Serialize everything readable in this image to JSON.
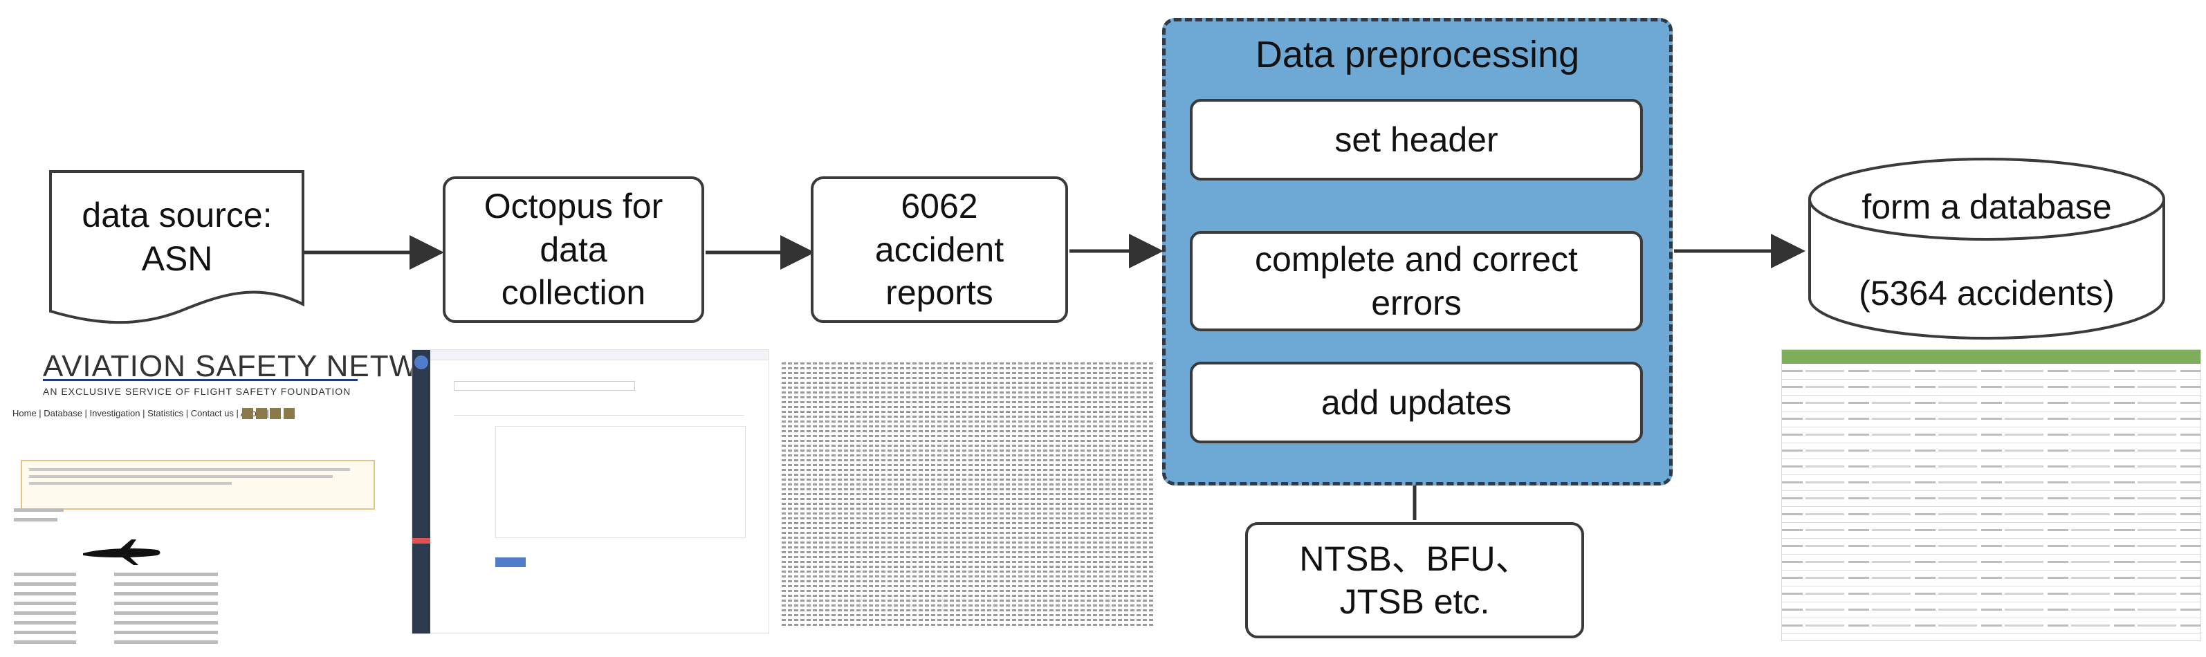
{
  "nodes": {
    "data_source": "data source:\nASN",
    "octopus": "Octopus for\ndata\ncollection",
    "reports": "6062\naccident\nreports",
    "prep_title": "Data preprocessing",
    "set_header": "set header",
    "complete_correct": "complete  and correct\nerrors",
    "add_updates": "add updates",
    "sources": "NTSB、BFU、\nJTSB etc.",
    "database": "form a database\n\n(5364 accidents)"
  },
  "thumbnails": {
    "asn_logo": "AVIATION SAFETY NETWORK",
    "asn_subtitle": "AN EXCLUSIVE SERVICE OF FLIGHT SAFETY FOUNDATION",
    "asn_nav": "Home | Database | Investigation | Statistics | Contact us | About |"
  },
  "colors": {
    "group_fill": "#6ea8d4",
    "stroke": "#3a3a3a"
  }
}
